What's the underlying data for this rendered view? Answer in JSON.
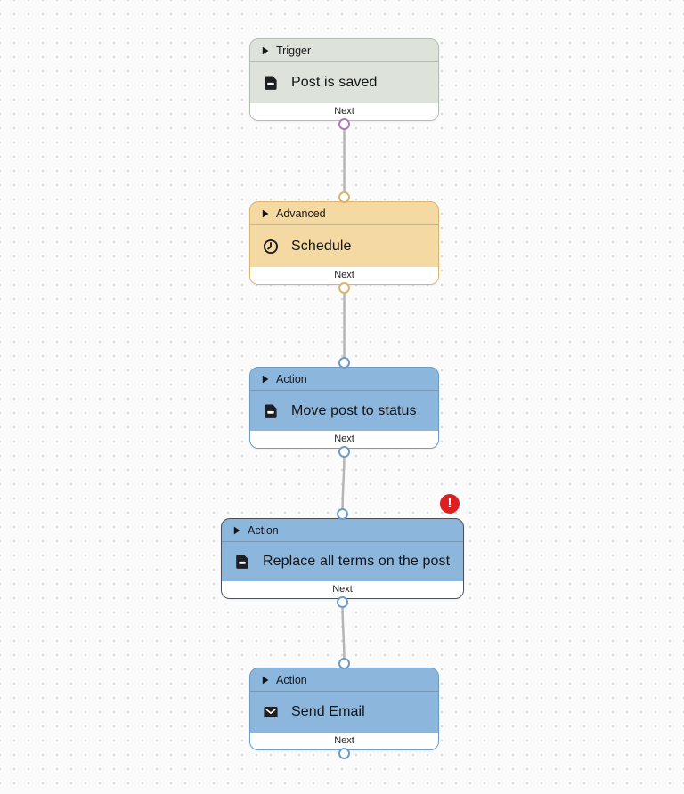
{
  "canvas": {
    "background": "#fbfbfc",
    "dot_color": "#d6d6da",
    "connector_color": "#b5b5b5"
  },
  "port_colors": {
    "trigger_output": "#b279b8",
    "advanced": "#d9b56d",
    "action": "#6d9cc8"
  },
  "nodes": [
    {
      "category_label": "Trigger",
      "title": "Post is saved",
      "icon": "document-icon",
      "next_label": "Next",
      "colors": {
        "bg": "#dde3da",
        "border": "#b3bfb0",
        "port_out": "#b279b8"
      }
    },
    {
      "category_label": "Advanced",
      "title": "Schedule",
      "icon": "clock-icon",
      "next_label": "Next",
      "colors": {
        "bg": "#f5d9a2",
        "border": "#d9b56d",
        "port_in": "#d9b56d",
        "port_out": "#d9b56d"
      }
    },
    {
      "category_label": "Action",
      "title": "Move post to status",
      "icon": "document-icon",
      "next_label": "Next",
      "colors": {
        "bg": "#8db6dc",
        "border": "#6d9cc8",
        "port_in": "#6d9cc8",
        "port_out": "#6d9cc8"
      }
    },
    {
      "category_label": "Action",
      "title": "Replace all terms on the post",
      "icon": "document-icon",
      "next_label": "Next",
      "selected": true,
      "error_badge": {
        "visible": true,
        "symbol": "!",
        "color": "#dc2020"
      },
      "colors": {
        "bg": "#8db6dc",
        "border": "#4a5055",
        "port_in": "#6d9cc8",
        "port_out": "#6d9cc8"
      }
    },
    {
      "category_label": "Action",
      "title": "Send Email",
      "icon": "mail-icon",
      "next_label": "Next",
      "colors": {
        "bg": "#8db6dc",
        "border": "#6d9cc8",
        "port_in": "#6d9cc8",
        "port_out": "#6d9cc8"
      }
    }
  ]
}
